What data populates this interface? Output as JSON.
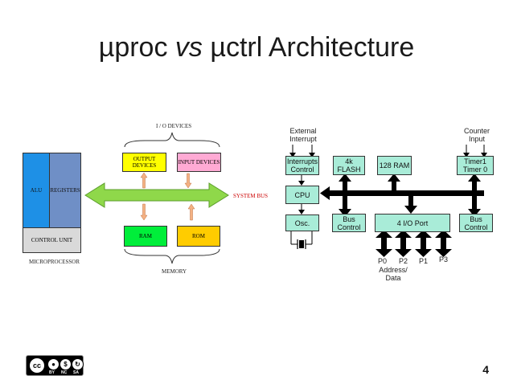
{
  "slide": {
    "title_prefix": "µproc ",
    "title_vs": "vs",
    "title_suffix": " µctrl Architecture",
    "page_number": "4"
  },
  "license": {
    "cc": "cc",
    "by": "BY",
    "nc": "NC",
    "sa": "SA"
  },
  "left_diagram": {
    "io_devices": "I / O DEVICES",
    "output_devices": "OUTPUT DEVICES",
    "input_devices": "INPUT DEVICES",
    "alu": "ALU",
    "registers": "REGISTERS",
    "control_unit": "CONTROL UNIT",
    "microprocessor": "MICROPROCESSOR",
    "system_bus": "SYSTEM BUS",
    "ram": "RAM",
    "rom": "ROM",
    "memory": "MEMORY",
    "colors": {
      "alu": "#1e90e6",
      "registers": "#6f8fc6",
      "control_unit": "#d9d9d9",
      "output": "#ffff00",
      "input": "#ffaad4",
      "ram": "#00ee3a",
      "rom": "#ffcc00",
      "bus": "#8fd84a",
      "system_bus_label": "#cc0000"
    }
  },
  "right_diagram": {
    "external_interrupt": "External Interrupt",
    "counter_input": "Counter Input",
    "interrupts_control": "Interrupts Control",
    "flash": "4k FLASH",
    "ram": "128 RAM",
    "timer": "Timer1 Timer 0",
    "cpu": "CPU",
    "osc": "Osc.",
    "bus_control_left": "Bus Control",
    "io_port": "4 I/O Port",
    "bus_control_right": "Bus Control",
    "p0": "P0",
    "p2": "P2",
    "p1": "P1",
    "p3": "P3",
    "address_data": "Address/ Data",
    "colors": {
      "block": "#a9ecd8"
    }
  }
}
